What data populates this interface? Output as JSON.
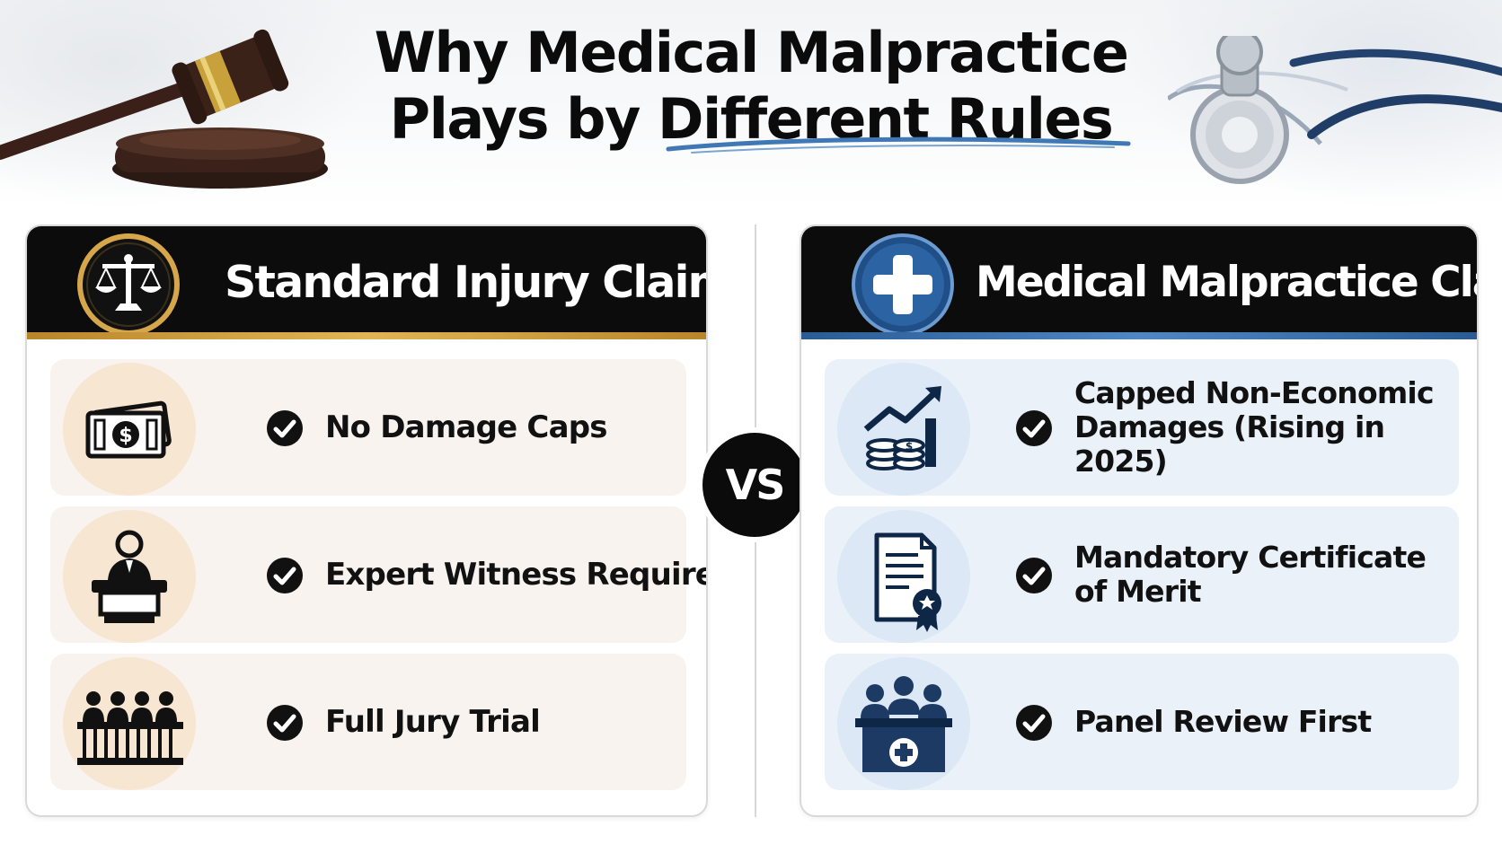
{
  "header": {
    "title_line1": "Why Medical Malpractice",
    "title_line2": "Plays by Different Rules"
  },
  "vs_label": "VS",
  "colors": {
    "header_black": "#0c0c0c",
    "gold_accent": "#d6a64a",
    "blue_accent": "#3f78b5",
    "left_row_bg": "#f8f3ee",
    "right_row_bg": "#eaf1f9"
  },
  "left_panel": {
    "title": "Standard Injury Claim",
    "emblem_icon": "scales-of-justice-icon",
    "rows": [
      {
        "text": "No Damage Caps",
        "icon": "cash-bill-icon"
      },
      {
        "text": "Expert Witness Required",
        "icon": "witness-stand-icon"
      },
      {
        "text": "Full Jury Trial",
        "icon": "jury-box-icon"
      }
    ]
  },
  "right_panel": {
    "title": "Medical Malpractice Claim",
    "emblem_icon": "medical-cross-icon",
    "rows": [
      {
        "text": "Capped Non-Economic Damages (Rising in 2025)",
        "icon": "rising-coins-chart-icon"
      },
      {
        "text": "Mandatory Certificate of Merit",
        "icon": "certificate-document-icon"
      },
      {
        "text": "Panel Review First",
        "icon": "medical-review-panel-icon"
      }
    ]
  },
  "decorations": [
    "gavel-icon",
    "stethoscope-icon"
  ]
}
